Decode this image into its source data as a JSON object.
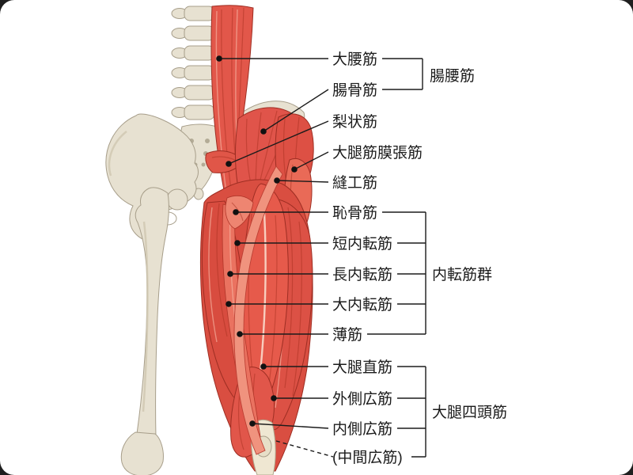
{
  "diagram_type": "hip-and-thigh-muscle-anatomy",
  "palette": {
    "muscle_red": "#dc5145",
    "muscle_light": "#f0937e",
    "bone": "#e7e1d1",
    "line": "#1b1b1b",
    "background": "#ffffff"
  },
  "labels": [
    {
      "id": "psoas-major",
      "text": "大腰筋"
    },
    {
      "id": "iliacus",
      "text": "腸骨筋"
    },
    {
      "id": "piriformis",
      "text": "梨状筋"
    },
    {
      "id": "tensor-fasciae-latae",
      "text": "大腿筋膜張筋"
    },
    {
      "id": "sartorius",
      "text": "縫工筋"
    },
    {
      "id": "pectineus",
      "text": "恥骨筋"
    },
    {
      "id": "adductor-brevis",
      "text": "短内転筋"
    },
    {
      "id": "adductor-longus",
      "text": "長内転筋"
    },
    {
      "id": "adductor-magnus",
      "text": "大内転筋"
    },
    {
      "id": "gracilis",
      "text": "薄筋"
    },
    {
      "id": "rectus-femoris",
      "text": "大腿直筋"
    },
    {
      "id": "vastus-lateralis",
      "text": "外側広筋"
    },
    {
      "id": "vastus-medialis",
      "text": "内側広筋"
    },
    {
      "id": "vastus-intermedius",
      "text": "(中間広筋)"
    }
  ],
  "groups": [
    {
      "id": "iliopsoas",
      "text": "腸腰筋"
    },
    {
      "id": "adductor-group",
      "text": "内転筋群"
    },
    {
      "id": "quadriceps",
      "text": "大腿四頭筋"
    }
  ]
}
